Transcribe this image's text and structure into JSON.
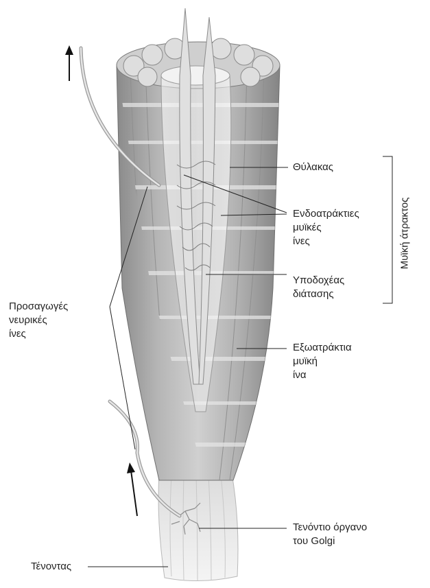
{
  "labels": {
    "sheath": "Θύλακας",
    "intrafusal": [
      "Ενδοατράκτιες",
      "μυϊκές",
      "ίνες"
    ],
    "stretch_receptor": [
      "Υποδοχέας",
      "διάτασης"
    ],
    "extrafusal": [
      "Εξωατράκτια",
      "μυϊκή",
      "ίνα"
    ],
    "afferent": [
      "Προσαγωγές",
      "νευρικές",
      "ίνες"
    ],
    "golgi": [
      "Τενόντιο όργανο",
      "του Golgi"
    ],
    "tendon": "Τένοντας",
    "muscle_spindle": "Μυϊκή άτρακτος"
  },
  "colors": {
    "muscle_light": "#c9c9c9",
    "muscle_mid": "#a6a6a6",
    "muscle_dark": "#7d7d7d",
    "tendon": "#ececec",
    "line": "#222222"
  }
}
